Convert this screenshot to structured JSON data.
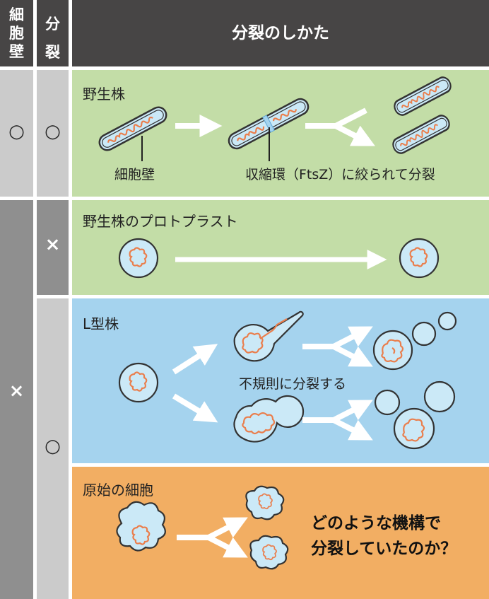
{
  "header": {
    "col1": [
      "細",
      "胞",
      "壁"
    ],
    "col2": [
      "分",
      "裂"
    ],
    "title": "分裂のしかた"
  },
  "rows": [
    {
      "cell_wall": "○",
      "division": "○",
      "title": "野生株",
      "label_left": "細胞壁",
      "label_right": "収縮環（FtsZ）に絞られて分裂",
      "color": "#c3dda7"
    },
    {
      "cell_wall": "×",
      "division": "×",
      "title": "野生株のプロトプラスト",
      "color": "#c3dda7"
    },
    {
      "division": "○",
      "title": "L型株",
      "center_label": "不規則に分裂する",
      "color": "#a5d3ee"
    },
    {
      "title": "原始の細胞",
      "question": [
        "どのような機構で",
        "分裂していたのか？"
      ],
      "color": "#f2ae63"
    }
  ],
  "colors": {
    "header": "#474545",
    "side_light": "#cbcbcb",
    "side_dark": "#8f8f8f",
    "dna": "#ea7e4c",
    "cell": "#cbe9f7",
    "wall": "#333333"
  }
}
